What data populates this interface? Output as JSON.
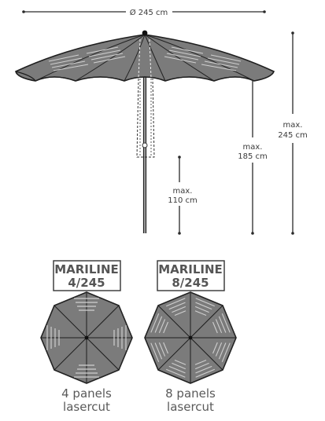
{
  "dimensions": {
    "diameter": "Ø 245 cm",
    "max_total_label": "max.",
    "max_total_value": "245 cm",
    "max_canopy_label": "max.",
    "max_canopy_value": "185 cm",
    "max_pole_label": "max.",
    "max_pole_value": "110 cm"
  },
  "models": [
    {
      "title_line1": "MARILINE",
      "title_line2": "4/245",
      "caption_line1": "4 panels",
      "caption_line2": "lasercut"
    },
    {
      "title_line1": "MARILINE",
      "title_line2": "8/245",
      "caption_line1": "8 panels",
      "caption_line2": "lasercut"
    }
  ],
  "colors": {
    "canopy": "#7b7b7b",
    "outline": "#1e1e1e",
    "dimension_line": "#2a2a2a",
    "label_box_border": "#333333",
    "label_text": "#555555"
  }
}
